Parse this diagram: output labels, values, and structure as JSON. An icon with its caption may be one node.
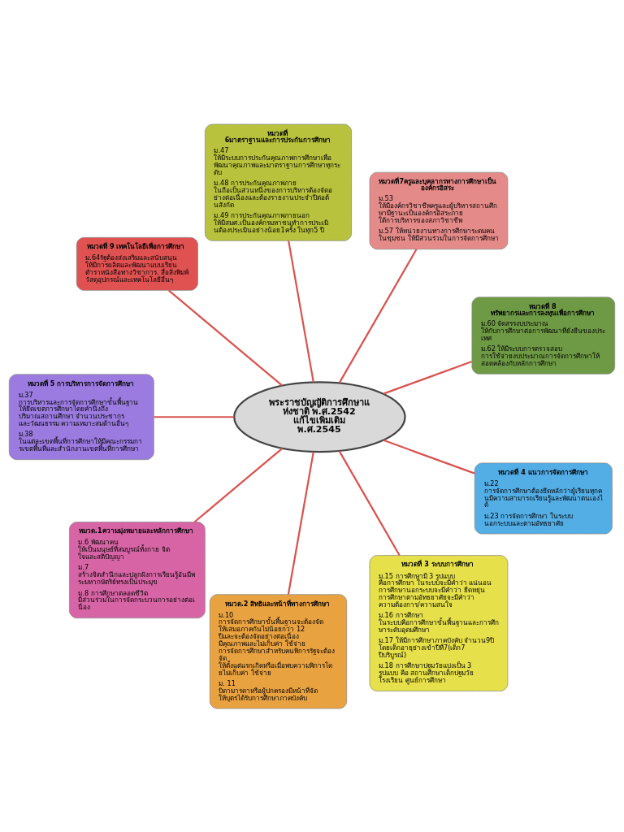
{
  "diagram": {
    "nodes": [
      {
        "text": [
          "หมวดที่ 8 ทรัพยากรและการลงทุนเพื่อการศึกษา",
          "ม.60 จัดสรรงบประมาณ ให้กับการศึกษาต่อการพัฒนาที่ยั่งยืนของประเทศ",
          "ม.62 ให้มีระบบการตรวจสอบ การใช้จ่ายงบประมาณการจัดการศึกษาให้สอดคล้องกับหลักการศึกษา"
        ]
      },
      {
        "text": [
          "หมวดที่7ครูและบุคลากรทางการศึกษาเป็นองค์กรอิสระ",
          "ม.53 ให้มีองค์กรวิชาชีพครูและผู้บริหารสถานศึกษามีฐานะเป็นองค์กรอิสระภาย ใต้การบริหารของสภาวิชาชีพ",
          "ม.57 ให้หน่วยงานทางการศึกษาระดมคน ในชุมชน ให้มีส่วนร่วมในการจัดการศึกษา"
        ]
      },
      {
        "text": [
          "หมวดที่ 6มาตราฐานและการประกันการศึกษา",
          "ม.47 ให้มีระบบการประกันคุณภาพการศึกษาเพื่อพัฒนาคุณภาพและมาตราฐานการศึกษาทุกระดับ",
          "ม.48 การประกันคุณภาพภาย ในถือเป็นส่วนหนึ่งของการบริหารต้องจัดอย่างต่อเนื่องและต้องรายงานประจำปีต่อต้นสังกัด",
          "ม.49 การประกันคุณภาพภายนอก ให้มีสมศ.เป็นองค์กรมหาชนทำการประเมินต้องประเมินอย่างน้อย1ครั้ง ในทุก5 ปี"
        ]
      },
      {
        "text": [
          "หมวดที่ 9 เทคโนโลยีเพื่อการศึกษา",
          "ม.64รัฐต้องส่งเสริมและสนับสนุน ให้มีการผลิตและพัฒนาแบบเรียน ตำราหนังสือทางวิชาการ. สื่อสิ่งพิมพ์ วัสดุอุปกรณ์และเทคโนโลยีอื่นๆ"
        ]
      },
      {
        "text": [
          "พระราชบัญญัติการศึกษาแห่งชาติ พ.ศ.2542 แก้ไขเพิ่มเติม พ.ศ.2545"
        ]
      },
      {
        "text": [
          "หมวดที่ 5 การบริหารการจัดการศึกษา",
          "ม.37 การบริหารและการจัดการศึกษาขั้นพื้นฐาน ให้ยึดเขตการศึกษาโดยคำนึงถึง ปริมาณสถานศึกษา จำนวนประชากร และวัฒนธรรม ความเหมาะสมด้านอื่นๆ",
          "ม.38 ในแต่ละเขตพื้นที่การศึกษาให้มีคณะกรรมการเขตพื้นที่และสำนักงานเขตพื้นที่การศึกษา"
        ]
      },
      {
        "text": [
          "หมวด.1ความมุ่งหมายและหลักการศึกษา",
          "ม.6 พัฒนาคน ให้เป็นมนุษย์ที่สมบูรณ์ทั้งกาย จิต ใจและสติปัญญา",
          "ม.7 สร้างจิตสำนึกและปลูกฝังการเรียนรู้อันมีพระมหากษัตริย์ทรงเป็นประมุข",
          "ม.8 การศึกษาตลอดชีวิต มีส่วนร่วมในการจัดกระบวนการอย่างต่อเนื่อง"
        ]
      },
      {
        "text": [
          "หมวด.2 สิทธิและหน้าที่ทางการศึกษา",
          "ม.10 การจัดการศึกษาขั้นพื้นฐานจะต้องจัด ให้เสมอภาคกันไม่น้อยกว่า 12 ปีและจะต้องจัดอย่างต่อเนื่อง มีคุณภาพและไม่เก็บค่า ใช้จ่าย การจัดการศึกษาสำหรับคนพิการรัฐจะต้องจัด ให้ตั้งแต่แรกเกิดหรือเมื่อพบความพิการโดยไม่เก็บค่า ใช้จ่าย",
          "ม. 11 บิดามารดาหรือผู้ปกครองมีหน้าที่จัด ให้บุตรได้รับการศึกษาภาคบังคับ"
        ]
      },
      {
        "text": [
          "หมวดที่ 3 ระบบการศึกษา",
          "ม.15 การศึกษามี 3 รูปแบบ คือการศึกษา ในระบบจะมีคำว่า แน่นอน การศึกษานอกระบบจะมีคำว่า ยืดหยุ่น การศึกษาตามอัทธยาศัยจะมีคำว่า ความต้องการ/ความสนใจ",
          "ม.16 การศึกษา ในระบบคือการศึกษาขั้นพื้นฐานและการศึกษาระดับอุดมศึกษา",
          "ม.17 ให้มีการศึกษาภาคบังคับ จำนวน9ปี โดยเด็กอายุย่างเข้าปีที่7(เด็ก7 ปีบริบูรณ์)",
          "ม.18 การศึกษาปฐมวัยแบ่งเป็น 3 รูปแบบ คือ สถานศึกษาเด็กปฐมวัย โรงเรียน ศูนย์การศึกษา"
        ]
      },
      {
        "text": [
          "หมวดที่ 4 แนวการจัดการศึกษา",
          "ม.22 การจัดการศึกษาต้องยึดหลักว่าผู้เรียนทุกคนมีความสามารถเรียนรู้และพัฒนาตนเองได้",
          "ม.23 การจัดการศึกษา ในระบบ นอกระบบและตามอัทธยาศัย"
        ]
      }
    ],
    "edges": [
      {
        "from": 4,
        "to": 0,
        "arrow": "none"
      },
      {
        "from": 4,
        "to": 1,
        "arrow": "none"
      },
      {
        "from": 4,
        "to": 2,
        "arrow": "none"
      },
      {
        "from": 4,
        "to": 3,
        "arrow": "none"
      },
      {
        "from": 4,
        "to": 5,
        "arrow": "none"
      },
      {
        "from": 4,
        "to": 6,
        "arrow": "none"
      },
      {
        "from": 4,
        "to": 7,
        "arrow": "none"
      },
      {
        "from": 4,
        "to": 8,
        "arrow": "none"
      },
      {
        "from": 4,
        "to": 9,
        "arrow": "none"
      }
    ]
  }
}
